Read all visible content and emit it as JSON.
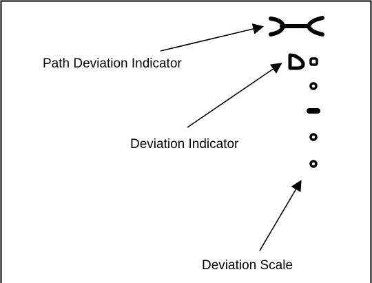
{
  "labels": {
    "path_deviation_indicator": "Path Deviation Indicator",
    "deviation_indicator": "Deviation Indicator",
    "deviation_scale": "Deviation Scale"
  },
  "colors": {
    "ink": "#000000",
    "background": "#ffffff",
    "border": "#000000"
  },
  "icons": {
    "path_symbol": "path-deviation-icon",
    "deviation_marker": "deviation-indicator-icon",
    "scale_dot": "scale-dot-icon",
    "scale_center": "scale-center-bar-icon"
  }
}
